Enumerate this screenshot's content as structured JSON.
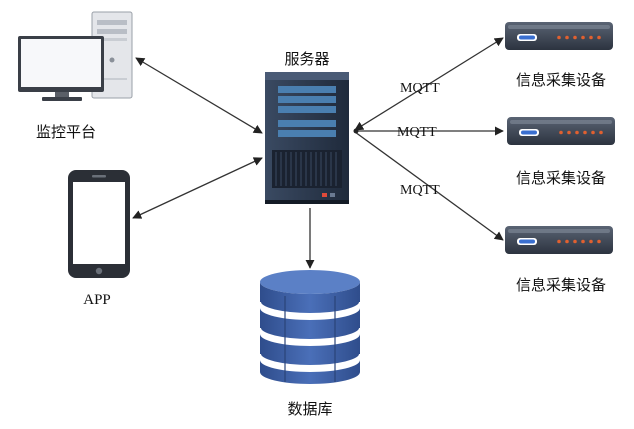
{
  "nodes": {
    "server": {
      "label": "服务器"
    },
    "monitor": {
      "label": "监控平台"
    },
    "app": {
      "label": "APP"
    },
    "database": {
      "label": "数据库"
    },
    "devices": [
      {
        "label": "信息采集设备"
      },
      {
        "label": "信息采集设备"
      },
      {
        "label": "信息采集设备"
      }
    ]
  },
  "edges": {
    "device_links": [
      {
        "protocol": "MQTT"
      },
      {
        "protocol": "MQTT"
      },
      {
        "protocol": "MQTT"
      }
    ]
  },
  "colors": {
    "server_body": "#2e3b50",
    "server_panel": "#4a7fb0",
    "database": "#3d5fa3",
    "device_body": "#3a4352",
    "device_accent": "#e06030",
    "arrow": "#333333"
  }
}
